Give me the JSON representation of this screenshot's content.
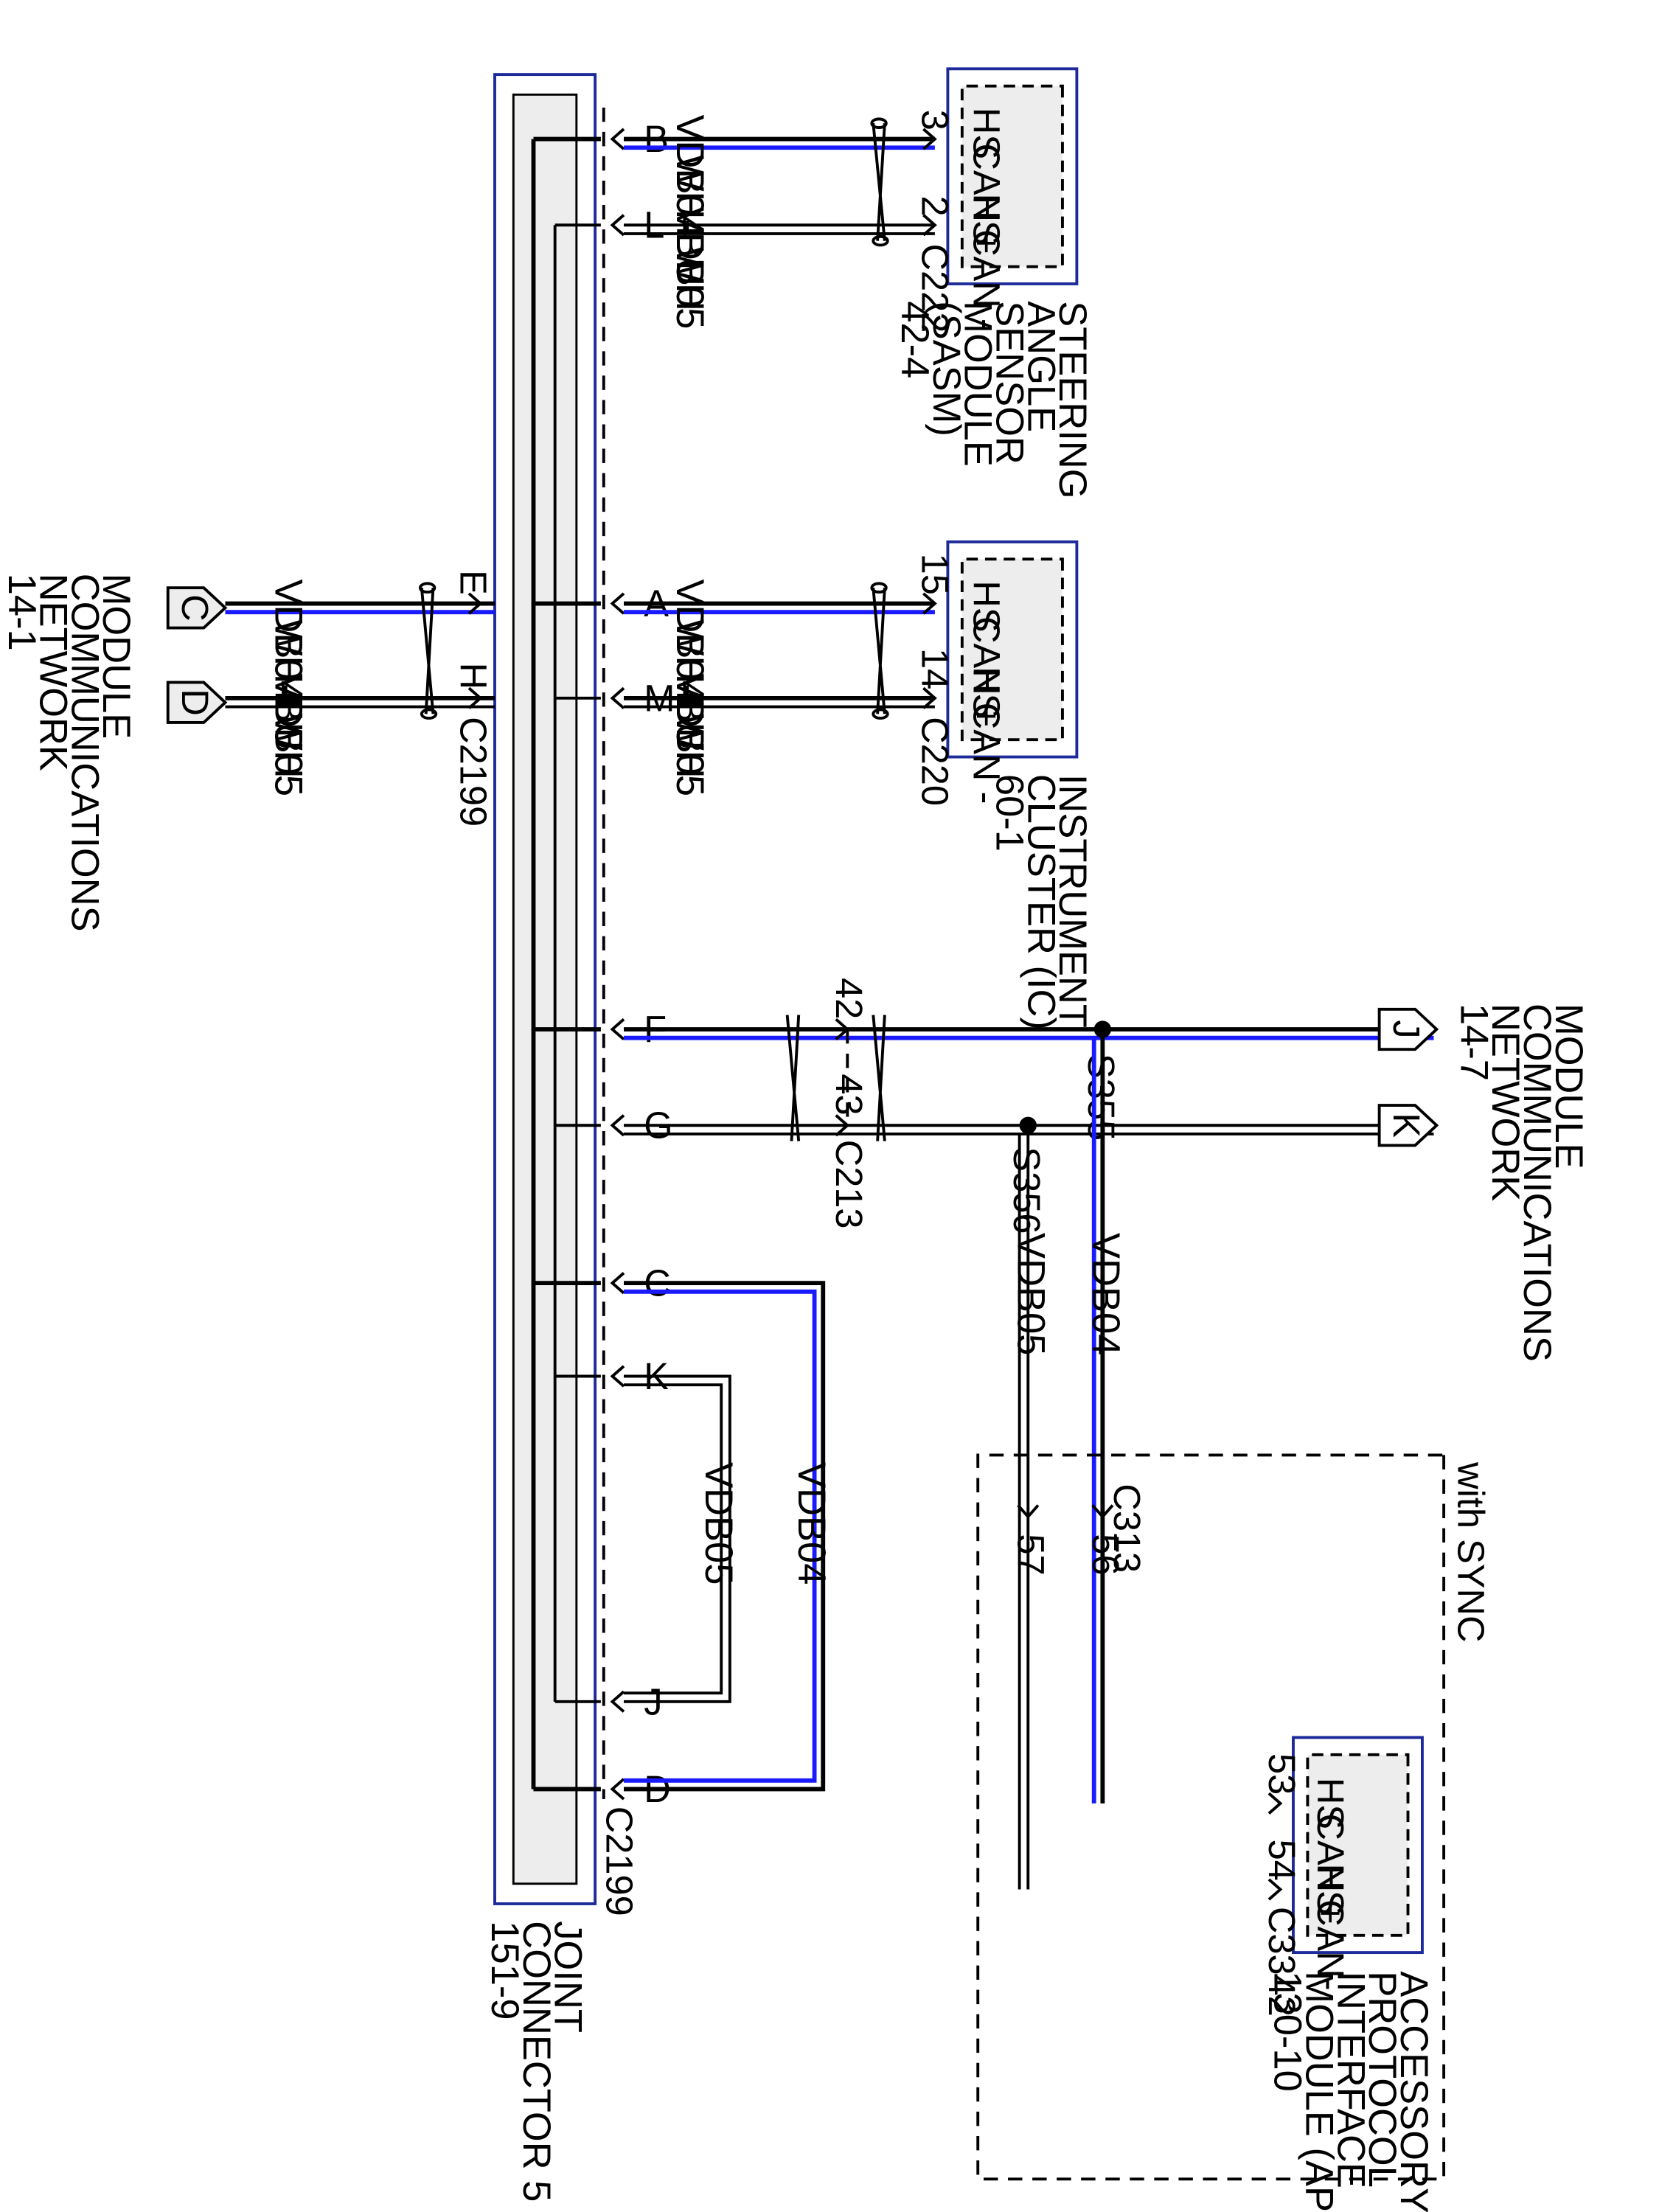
{
  "colors": {
    "wire_black": "#000000",
    "wire_blue": "#1a1aff",
    "module_border": "#1c2a9a",
    "module_fill": "#ededed"
  },
  "joint_connector": {
    "name_lines": [
      "JOINT",
      "CONNECTOR 5",
      "151-9"
    ],
    "connector_id": "C2199",
    "pins": [
      "B",
      "L",
      "A",
      "M",
      "F",
      "G",
      "C",
      "K",
      "J",
      "D"
    ]
  },
  "sasm": {
    "name_lines": [
      "STEERING",
      "ANGLE",
      "SENSOR",
      "MODULE",
      "(SASM)",
      "42-4"
    ],
    "connector": "C222",
    "pins": [
      "3",
      "2"
    ],
    "pin_names": [
      [
        "HS",
        "CAN +"
      ],
      [
        "HS",
        "CAN -"
      ]
    ]
  },
  "ic": {
    "name_lines": [
      "INSTRUMENT",
      "CLUSTER (IC)",
      "60-1"
    ],
    "connector": "C220",
    "pins": [
      "15",
      "14"
    ],
    "pin_names": [
      [
        "HS",
        "CAN +"
      ],
      [
        "HS",
        "CAN -"
      ]
    ]
  },
  "apim": {
    "name_lines": [
      "ACCESSORY",
      "PROTOCOL",
      "INTERFACE",
      "MODULE (APIM)",
      "130-10"
    ],
    "connector": "C3342",
    "pins": [
      "53",
      "54"
    ],
    "pin_names": [
      [
        "HS",
        "CAN +"
      ],
      [
        "HS",
        "CAN-"
      ]
    ],
    "option_label": "with SYNC"
  },
  "network_left": {
    "name_lines": [
      "MODULE",
      "COMMUNICATIONS",
      "NETWORK",
      "14-1"
    ],
    "connector": "C2199",
    "pins": [
      "E",
      "H"
    ],
    "tags": [
      "C",
      "D"
    ]
  },
  "network_right": {
    "name_lines": [
      "MODULE",
      "COMMUNICATIONS",
      "NETWORK",
      "14-7"
    ],
    "tags": [
      "J",
      "K"
    ]
  },
  "inline_connectors": {
    "c213": {
      "name": "C213",
      "pins": [
        "42",
        "43"
      ]
    },
    "c313": {
      "name": "C313",
      "pins": [
        "56",
        "57"
      ]
    }
  },
  "splices": [
    "S355",
    "S356"
  ],
  "wires": {
    "high": {
      "circuit": "VDB04",
      "color": "WH-BU"
    },
    "low": {
      "circuit": "VDB05",
      "color": "WH"
    }
  }
}
